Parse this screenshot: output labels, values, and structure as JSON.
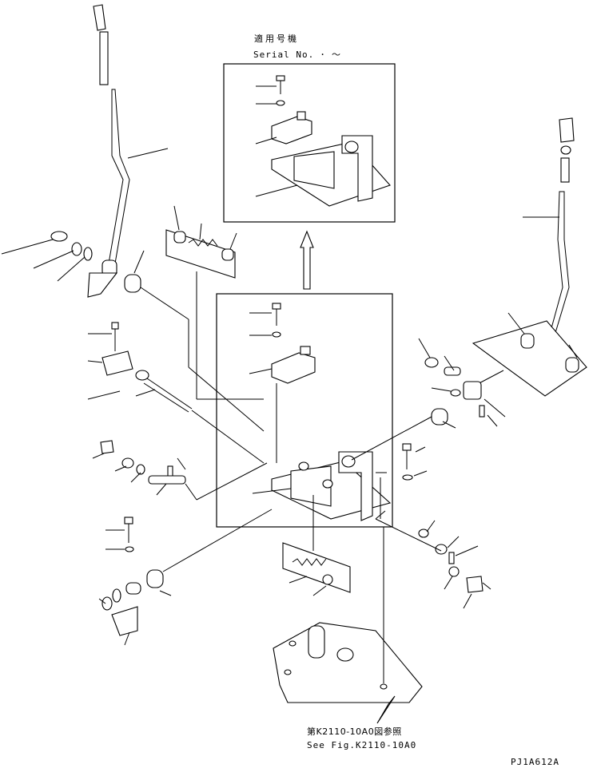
{
  "diagram": {
    "inset_title_jp": "適用号機",
    "inset_title_en": "Serial No.  ･  ～",
    "reference_jp": "第K2110-10A0図参照",
    "reference_en": "See Fig.K2110-10A0",
    "figure_code": "PJ1A612A"
  }
}
